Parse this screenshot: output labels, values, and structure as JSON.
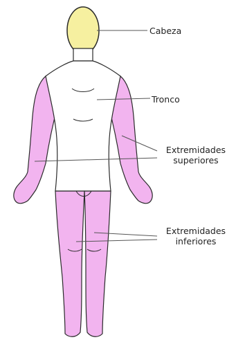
{
  "colors": {
    "head": "#f6f0a0",
    "limbs": "#f2b4ef",
    "torso": "#ffffff",
    "outline": "#2a2a2a",
    "leader": "#555555",
    "text": "#222222"
  },
  "labels": {
    "head": "Cabeza",
    "trunk": "Tronco",
    "upper_limbs_line1": "Extremidades",
    "upper_limbs_line2": "superiores",
    "lower_limbs_line1": "Extremidades",
    "lower_limbs_line2": "inferiores"
  }
}
